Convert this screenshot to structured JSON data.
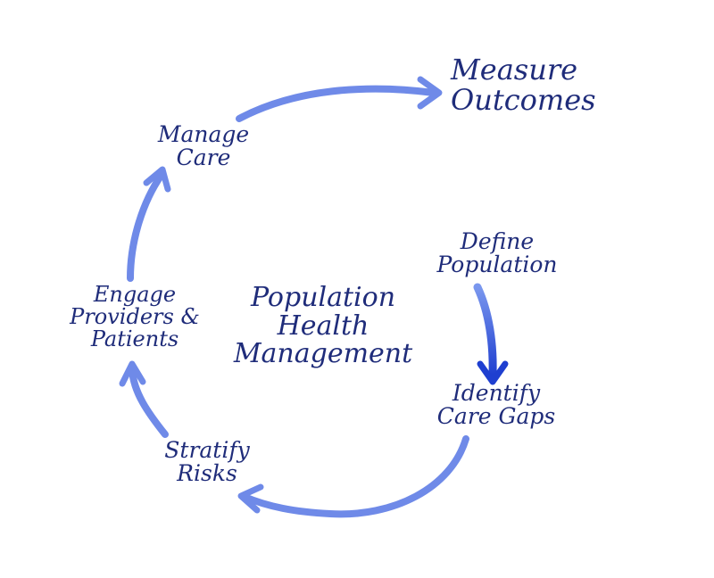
{
  "diagram": {
    "title_lines": [
      "Population",
      "Health",
      "Management"
    ],
    "steps": {
      "measure": [
        "Measure",
        "Outcomes"
      ],
      "manage": [
        "Manage",
        "Care"
      ],
      "engage": [
        "Engage",
        "Providers &",
        "Patients"
      ],
      "stratify": [
        "Stratify",
        "Risks"
      ],
      "identify": [
        "Identify",
        "Care Gaps"
      ],
      "define": [
        "Define",
        "Population"
      ]
    }
  },
  "colors": {
    "text": "#1f2c7a",
    "arrow_light": "#6a86e6",
    "arrow_dark": "#2e4fd6",
    "background": "#ffffff"
  }
}
